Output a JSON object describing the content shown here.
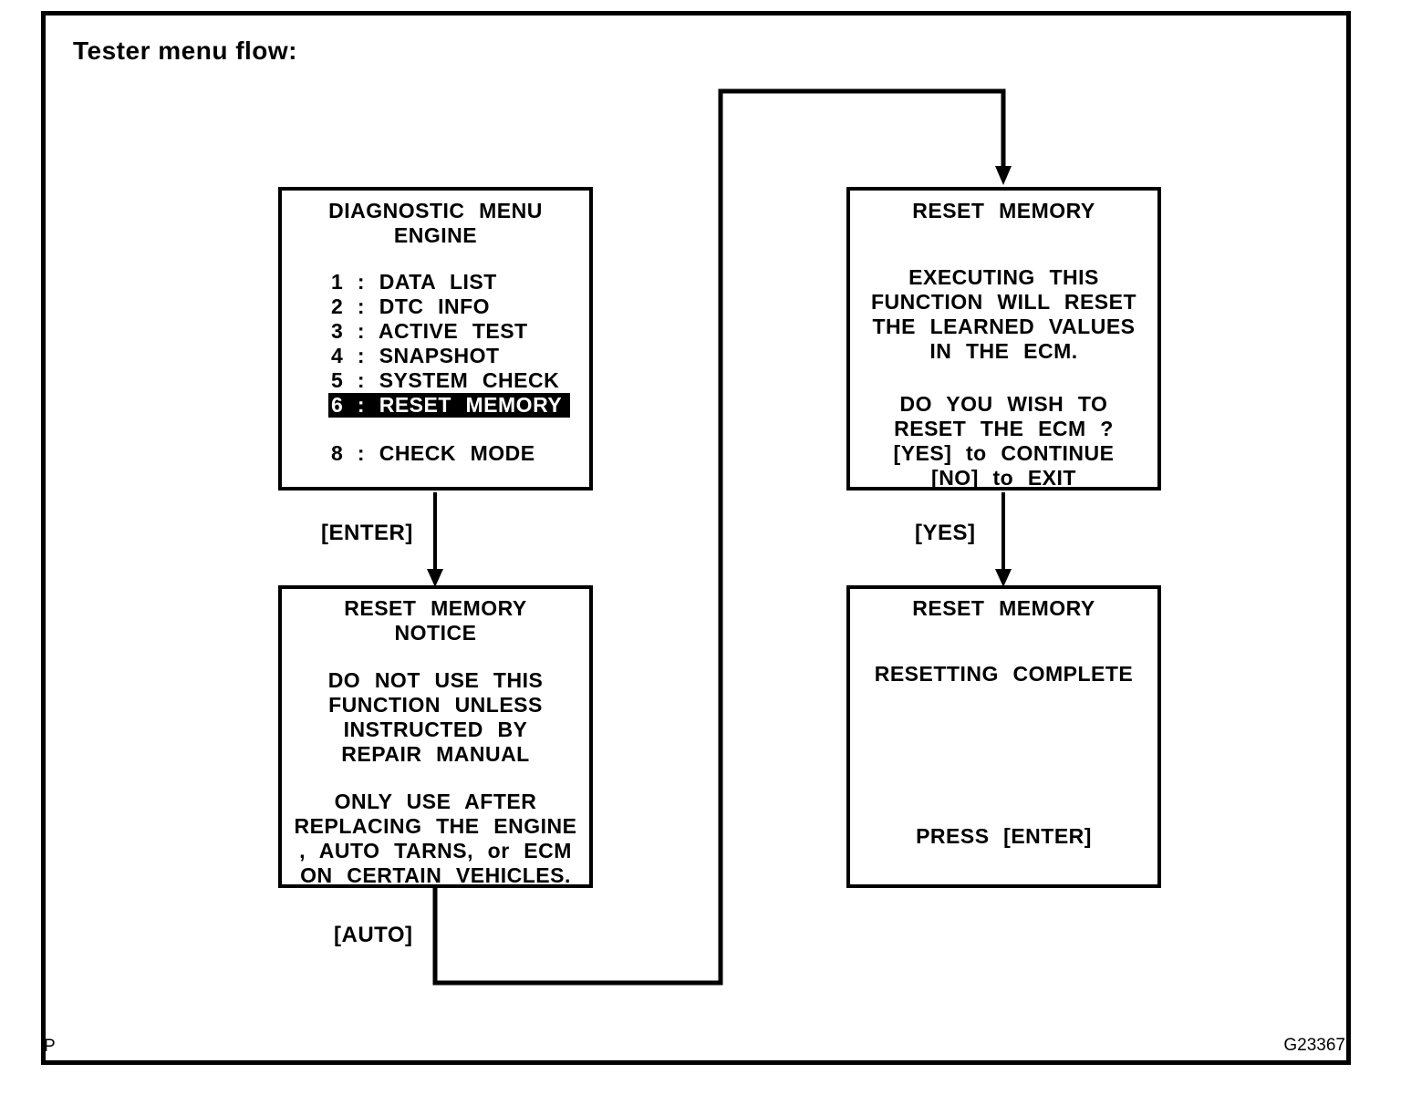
{
  "page": {
    "title": "Tester menu flow:",
    "footer_left": "P",
    "footer_right": "G23367"
  },
  "labels": {
    "enter": "[ENTER]",
    "auto": "[AUTO]",
    "yes": "[YES]"
  },
  "diagnostic_menu": {
    "title": "DIAGNOSTIC MENU",
    "subtitle": "ENGINE",
    "items": [
      {
        "text": "1 : DATA LIST",
        "selected": false
      },
      {
        "text": "2 : DTC INFO",
        "selected": false
      },
      {
        "text": "3 : ACTIVE TEST",
        "selected": false
      },
      {
        "text": "4 : SNAPSHOT",
        "selected": false
      },
      {
        "text": "5 : SYSTEM CHECK",
        "selected": false
      },
      {
        "text": "6 : RESET MEMORY",
        "selected": true
      },
      {
        "text": "8 : CHECK MODE",
        "selected": false
      }
    ]
  },
  "reset_confirm": {
    "title": "RESET MEMORY",
    "body1": [
      "EXECUTING THIS",
      "FUNCTION WILL RESET",
      "THE LEARNED VALUES",
      "IN THE ECM."
    ],
    "body2": [
      "DO YOU WISH TO",
      "RESET THE ECM ?",
      "[YES] to CONTINUE",
      "[NO] to EXIT"
    ]
  },
  "reset_notice": {
    "title": "RESET MEMORY",
    "subtitle": "NOTICE",
    "body1": [
      "DO NOT USE THIS",
      "FUNCTION UNLESS",
      "INSTRUCTED BY",
      "REPAIR MANUAL"
    ],
    "body2": [
      "ONLY USE AFTER",
      "REPLACING THE ENGINE",
      ", AUTO TARNS, or ECM",
      "ON CERTAIN VEHICLES."
    ]
  },
  "reset_complete": {
    "title": "RESET MEMORY",
    "status": "RESETTING COMPLETE",
    "action": "PRESS [ENTER]"
  },
  "colors": {
    "ink": "#000000",
    "paper": "#ffffff",
    "highlight_bg": "#000000",
    "highlight_fg": "#ffffff"
  }
}
